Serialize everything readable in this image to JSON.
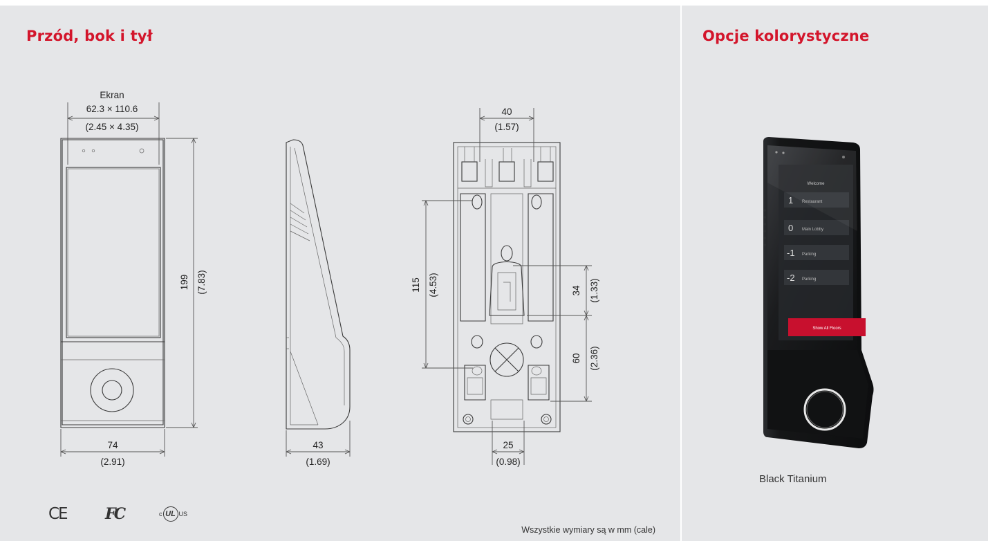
{
  "headings": {
    "left": "Przód, bok i tył",
    "right": "Opcje kolorystyczne"
  },
  "front": {
    "screen_label": "Ekran",
    "screen_mm": "62.3 × 110.6",
    "screen_in": "(2.45 × 4.35)",
    "height_mm": "199",
    "height_in": "(7.83)",
    "width_mm": "74",
    "width_in": "(2.91)"
  },
  "side": {
    "depth_mm": "43",
    "depth_in": "(1.69)"
  },
  "back": {
    "top_mm": "40",
    "top_in": "(1.57)",
    "left_mm": "115",
    "left_in": "(4.53)",
    "right_upper_mm": "34",
    "right_upper_in": "(1.33)",
    "right_lower_mm": "60",
    "right_lower_in": "(2.36)",
    "bottom_mm": "25",
    "bottom_in": "(0.98)"
  },
  "footnote": "Wszystkie wymiary są w mm (cale)",
  "certifications": {
    "ce": "CE",
    "fcc": "FC",
    "ul_c": "c",
    "ul_mark": "UL",
    "ul_us": "US"
  },
  "color_option": {
    "name": "Black Titanium",
    "screen_title": "Welcome",
    "floors": [
      {
        "num": "1",
        "label": "Restaurant"
      },
      {
        "num": "0",
        "label": "Main Lobby"
      },
      {
        "num": "-1",
        "label": "Parking"
      },
      {
        "num": "-2",
        "label": "Parking"
      }
    ],
    "button": "Show All Floors"
  },
  "colors": {
    "accent": "#d3152b",
    "panel_bg": "#e5e6e8",
    "device_body": "#151617"
  }
}
